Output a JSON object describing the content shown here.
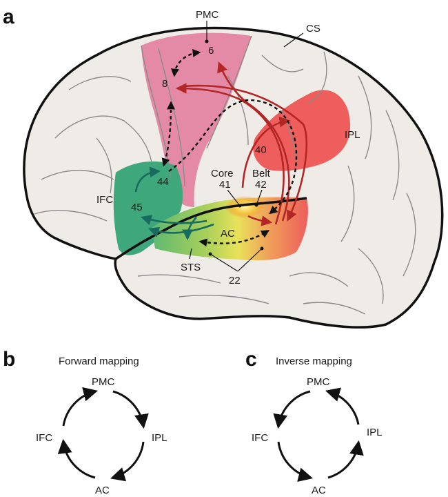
{
  "panels": {
    "a": "a",
    "b": "b",
    "c": "c"
  },
  "brain_labels": {
    "pmc": "PMC",
    "cs": "CS",
    "area6": "6",
    "area8": "8",
    "ipl": "IPL",
    "area40": "40",
    "ifc": "IFC",
    "area44": "44",
    "area45": "45",
    "core": "Core",
    "area41": "41",
    "belt": "Belt",
    "area42": "42",
    "ac": "AC",
    "sts": "STS",
    "area22": "22"
  },
  "forward": {
    "title": "Forward mapping",
    "pmc": "PMC",
    "ipl": "IPL",
    "ac": "AC",
    "ifc": "IFC"
  },
  "inverse": {
    "title": "Inverse mapping",
    "pmc": "PMC",
    "ipl": "IPL",
    "ac": "AC",
    "ifc": "IFC"
  },
  "colors": {
    "brain": "#efebe6",
    "pmc_region": "#e58aa6",
    "ipl_region": "#ee5e5c",
    "ifc_region": "#3ea77b",
    "green_arrow": "#186b60",
    "red_arrow": "#b32626"
  }
}
